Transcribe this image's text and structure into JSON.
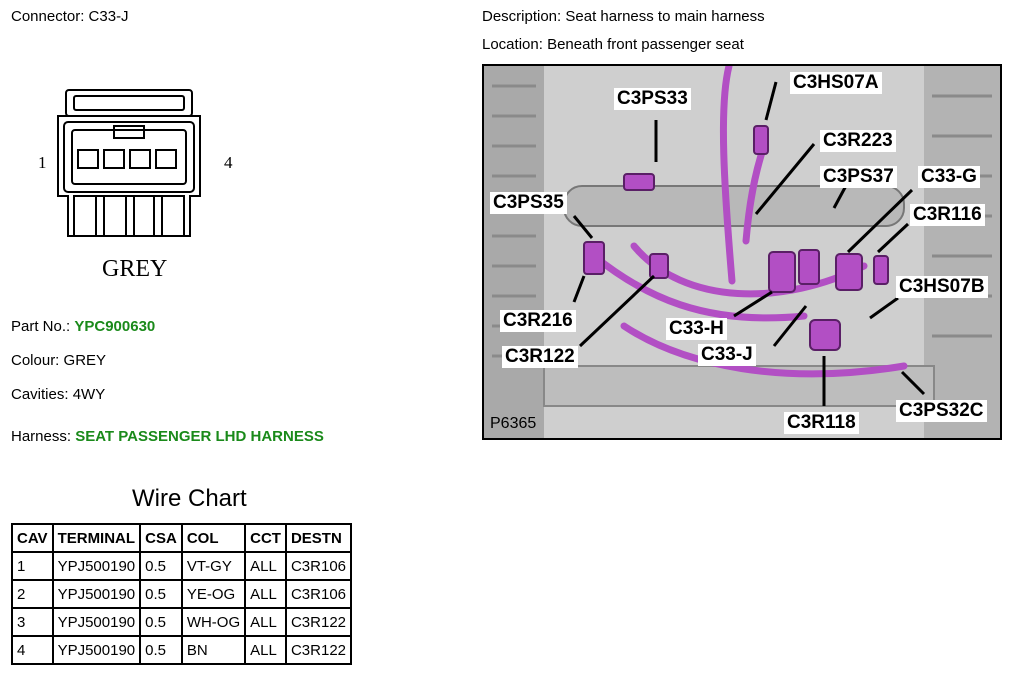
{
  "connector": {
    "label": "Connector:",
    "value": "C33-J"
  },
  "description": {
    "label": "Description:",
    "value": "Seat harness to main harness"
  },
  "location": {
    "label": "Location:",
    "value": "Beneath front passenger seat"
  },
  "connector_drawing": {
    "left_pin": "1",
    "right_pin": "4",
    "colour_text": "GREY"
  },
  "part_no": {
    "label": "Part No.:",
    "value": "YPC900630"
  },
  "colour": {
    "label": "Colour:",
    "value": "GREY"
  },
  "cavities": {
    "label": "Cavities:",
    "value": "4WY"
  },
  "harness": {
    "label": "Harness:",
    "value": "SEAT PASSENGER LHD HARNESS"
  },
  "wire_chart": {
    "title": "Wire Chart",
    "headers": [
      "CAV",
      "TERMINAL",
      "CSA",
      "COL",
      "CCT",
      "DESTN"
    ],
    "rows": [
      [
        "1",
        "YPJ500190",
        "0.5",
        "VT-GY",
        "ALL",
        "C3R106"
      ],
      [
        "2",
        "YPJ500190",
        "0.5",
        "YE-OG",
        "ALL",
        "C3R106"
      ],
      [
        "3",
        "YPJ500190",
        "0.5",
        "WH-OG",
        "ALL",
        "C3R122"
      ],
      [
        "4",
        "YPJ500190",
        "0.5",
        "BN",
        "ALL",
        "C3R122"
      ]
    ]
  },
  "photo": {
    "id": "P6365",
    "callouts": [
      "C3HS07A",
      "C3PS33",
      "C3R223",
      "C3PS37",
      "C33-G",
      "C3PS35",
      "C3R116",
      "C3HS07B",
      "C3R216",
      "C33-H",
      "C3R122",
      "C33-J",
      "C3R118",
      "C3PS32C"
    ]
  },
  "colors": {
    "part_text": "#1a8a1a",
    "harness_wire": "#b24fc4"
  }
}
